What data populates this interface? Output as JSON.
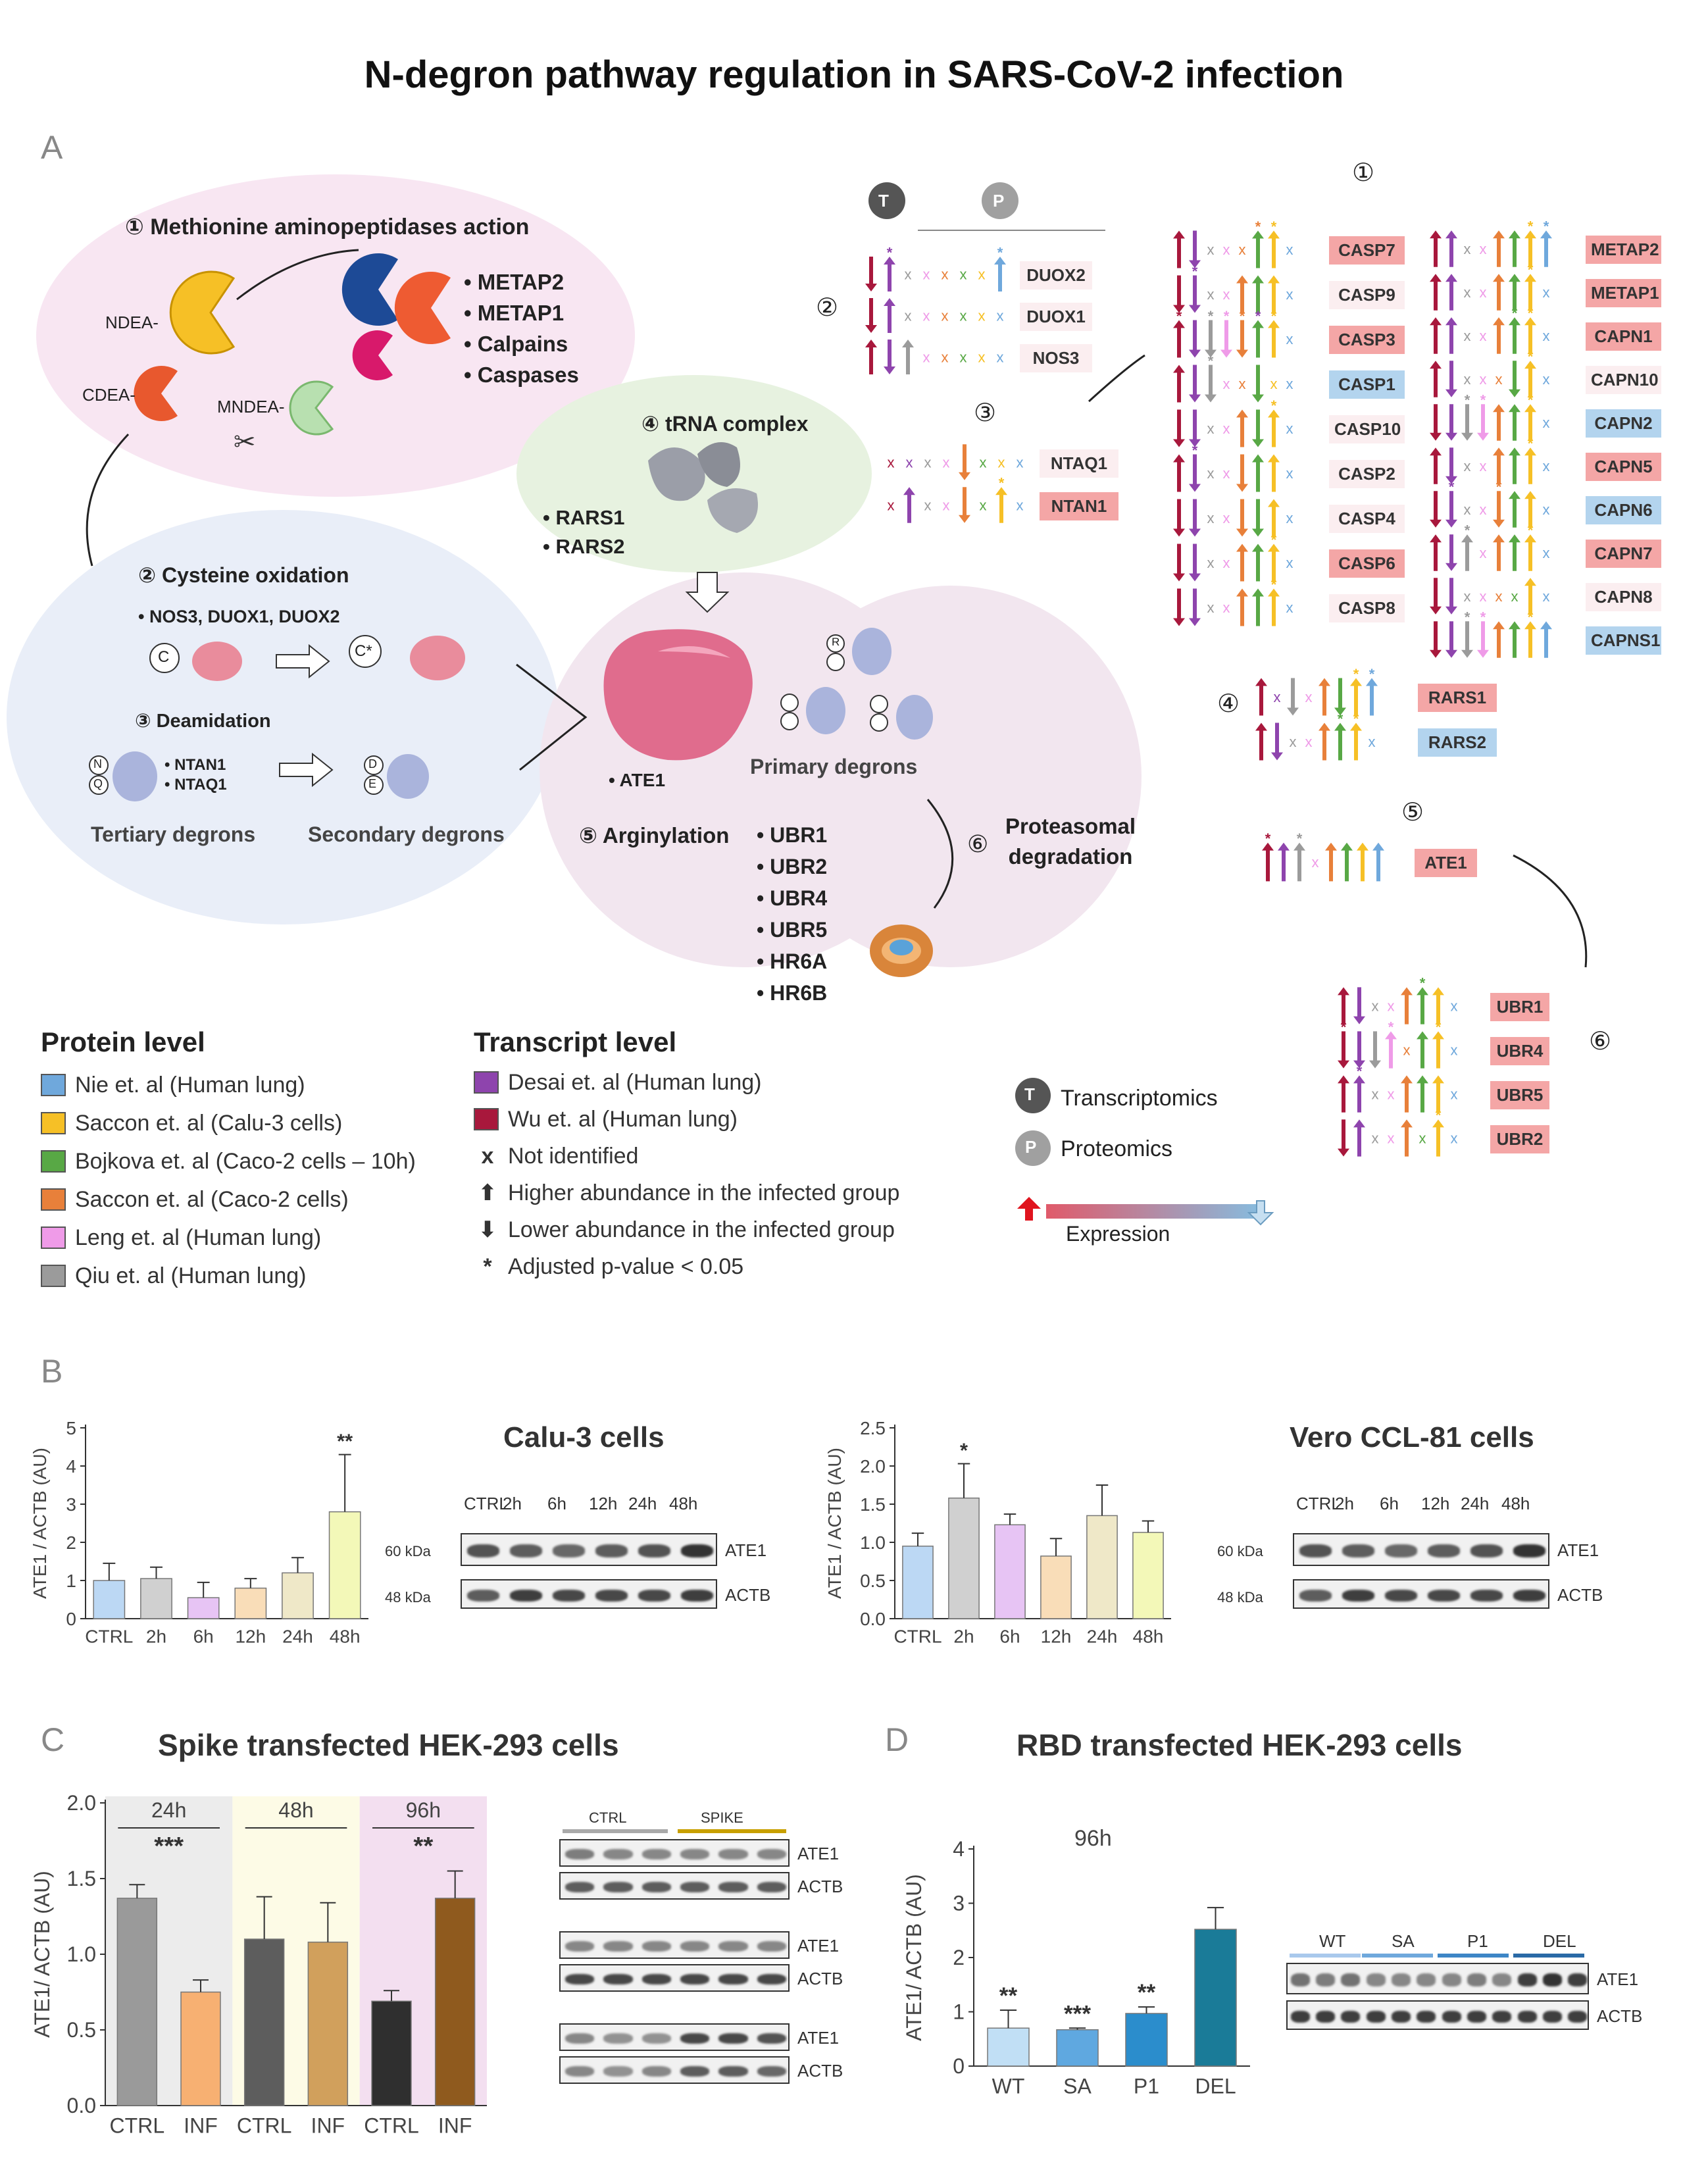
{
  "title": "N-degron pathway regulation in SARS-CoV-2 infection",
  "panels": {
    "A": "A",
    "B": "B",
    "C": "C",
    "D": "D"
  },
  "colors": {
    "nie": "#6fa8dc",
    "saccon_calu": "#f6c026",
    "bojkova": "#58a845",
    "saccon_caco": "#e8803a",
    "leng": "#ef9be8",
    "qiu": "#9b9b9b",
    "desai": "#8e44ad",
    "wu": "#a8183c",
    "up_red": "#e0141e",
    "highlight_red": "#f4a6a6",
    "highlight_blue": "#b3d4ee"
  },
  "schematic": {
    "met_title": "① Methionine aminopeptidases action",
    "met_list": [
      "METAP2",
      "METAP1",
      "Calpains",
      "Caspases"
    ],
    "ndea": "NDEA-",
    "cdea": "CDEA-",
    "mndea": "MNDEA-",
    "cys_title": "② Cysteine oxidation",
    "cys_genes": "• NOS3, DUOX1, DUOX2",
    "c_label": "C",
    "cstar_label": "C*",
    "deam_title": "③ Deamidation",
    "deam_genes": [
      "• NTAN1",
      "• NTAQ1"
    ],
    "n_label": "N",
    "q_label": "Q",
    "d_label": "D",
    "e_label": "E",
    "tertiary": "Tertiary degrons",
    "secondary": "Secondary degrons",
    "trna_title": "④ tRNA complex",
    "trna_list": [
      "RARS1",
      "RARS2"
    ],
    "ate1": "• ATE1",
    "r_label": "R",
    "primary": "Primary degrons",
    "arg_title": "⑤ Arginylation",
    "ubr_list": [
      "UBR1",
      "UBR2",
      "UBR4",
      "UBR5",
      "HR6A",
      "HR6B"
    ],
    "proteasomal": [
      "Proteasomal",
      "degradation"
    ],
    "num6": "⑥"
  },
  "legend": {
    "protein_head": "Protein level",
    "protein_items": [
      "Nie et. al (Human lung)",
      "Saccon et. al (Calu-3 cells)",
      "Bojkova et. al (Caco-2 cells – 10h)",
      "Saccon et. al (Caco-2 cells)",
      "Leng et. al (Human lung)",
      "Qiu et. al (Human lung)"
    ],
    "transcript_head": "Transcript level",
    "transcript_items": [
      "Desai et. al (Human lung)",
      "Wu et. al (Human lung)"
    ],
    "x_sym": "x",
    "not_identified": "Not identified",
    "up_sym": "⬆",
    "higher": "Higher abundance in the infected group",
    "down_sym": "⬇",
    "lower": "Lower abundance in the infected group",
    "star_sym": "*",
    "adjusted": "Adjusted p-value < 0.05",
    "t_sym": "T",
    "transcriptomics": "Transcriptomics",
    "p_sym": "P",
    "proteomics": "Proteomics",
    "expression": "Expression"
  },
  "gene_panel": {
    "n1": "①",
    "n2": "②",
    "n3": "③",
    "n4": "④",
    "n5": "⑤",
    "n6": "⑥",
    "T": "T",
    "P": "P",
    "group2": [
      {
        "name": "DUOX2",
        "arrows": "DUxxxxxU",
        "stars": "-D-----B",
        "hl": "none"
      },
      {
        "name": "DUOX1",
        "arrows": "DUxxxxxx",
        "stars": "--------",
        "hl": "none"
      },
      {
        "name": "NOS3",
        "arrows": "UDUxxxxx",
        "stars": "--------",
        "hl": "none"
      }
    ],
    "group3": [
      {
        "name": "NTAQ1",
        "arrows": "xxxxDxxx",
        "stars": "--------",
        "hl": "none"
      },
      {
        "name": "NTAN1",
        "arrows": "xUxxDxUx",
        "stars": "------S-",
        "hl": "red"
      }
    ],
    "casp": [
      {
        "name": "CASP7",
        "arrows": "UDxxxUUx",
        "stars": "-----CS-",
        "hl": "red"
      },
      {
        "name": "CASP9",
        "arrows": "DDxxUUUx",
        "stars": "-D------",
        "hl": "none"
      },
      {
        "name": "CASP3",
        "arrows": "UDDDDUUx",
        "stars": "W-QLCDS-",
        "hl": "red"
      },
      {
        "name": "CASP1",
        "arrows": "UDDxxDxx",
        "stars": "--Q-----",
        "hl": "blue"
      },
      {
        "name": "CASP10",
        "arrows": "DDxxUDUx",
        "stars": "------S-",
        "hl": "none"
      },
      {
        "name": "CASP2",
        "arrows": "UDxxDUUx",
        "stars": "-D------",
        "hl": "none"
      },
      {
        "name": "CASP4",
        "arrows": "DDxxDDUx",
        "stars": "--------",
        "hl": "none"
      },
      {
        "name": "CASP6",
        "arrows": "DDxxUUUx",
        "stars": "------S-",
        "hl": "red"
      },
      {
        "name": "CASP8",
        "arrows": "DDxxUUUx",
        "stars": "------S-",
        "hl": "none"
      }
    ],
    "capn": [
      {
        "name": "METAP2",
        "arrows": "UUxxUUUU",
        "stars": "------SB",
        "hl": "red"
      },
      {
        "name": "METAP1",
        "arrows": "UUxxUUUx",
        "stars": "------S-",
        "hl": "red"
      },
      {
        "name": "CAPN1",
        "arrows": "UUxxUUUx",
        "stars": "-----GS-",
        "hl": "red"
      },
      {
        "name": "CAPN10",
        "arrows": "UDxxxDUx",
        "stars": "------S-",
        "hl": "none"
      },
      {
        "name": "CAPN2",
        "arrows": "DDDDUUUx",
        "stars": "--QL--S-",
        "hl": "blue"
      },
      {
        "name": "CAPN5",
        "arrows": "UDxxUUUx",
        "stars": "------S-",
        "hl": "red"
      },
      {
        "name": "CAPN6",
        "arrows": "DDxxDUUx",
        "stars": "-D--C---",
        "hl": "blue"
      },
      {
        "name": "CAPN7",
        "arrows": "UDUxUUUx",
        "stars": "--Q---S-",
        "hl": "red"
      },
      {
        "name": "CAPN8",
        "arrows": "DDxxxxUx",
        "stars": "--------",
        "hl": "none"
      },
      {
        "name": "CAPNS1",
        "arrows": "DDDDUUUU",
        "stars": "--QL--S-",
        "hl": "blue"
      }
    ],
    "group4": [
      {
        "name": "RARS1",
        "arrows": "UxDxUDUU",
        "stars": "------SB",
        "hl": "red"
      },
      {
        "name": "RARS2",
        "arrows": "UDxxUUUx",
        "stars": "-----GS-",
        "hl": "blue"
      }
    ],
    "group5": [
      {
        "name": "ATE1",
        "arrows": "UUUxUUUU",
        "stars": "W-Q-----",
        "hl": "red"
      }
    ],
    "group6": [
      {
        "name": "UBR1",
        "arrows": "UDxxUUUx",
        "stars": "-----G--",
        "hl": "red"
      },
      {
        "name": "UBR4",
        "arrows": "DDDUxUUx",
        "stars": "W--L--S-",
        "hl": "red"
      },
      {
        "name": "UBR5",
        "arrows": "UUxxUUUx",
        "stars": "-D------",
        "hl": "red"
      },
      {
        "name": "UBR2",
        "arrows": "DUxxUxUx",
        "stars": "------S-",
        "hl": "red"
      }
    ]
  },
  "chart_data": [
    {
      "type": "bar",
      "title": "",
      "categories": [
        "CTRL",
        "2h",
        "6h",
        "12h",
        "24h",
        "48h"
      ],
      "values": [
        1.0,
        1.05,
        0.55,
        0.8,
        1.2,
        2.8
      ],
      "errors": [
        0.45,
        0.3,
        0.4,
        0.25,
        0.4,
        1.5
      ],
      "annotations": [
        "",
        "",
        "",
        "",
        "",
        "**"
      ],
      "bar_colors": [
        "#bcd8f4",
        "#d0d0d0",
        "#e7c4f4",
        "#f9ddb8",
        "#efe8c8",
        "#f3f8b8"
      ],
      "ylabel": "ATE1 / ACTB (AU)",
      "yticks": [
        0,
        1,
        2,
        3,
        4,
        5
      ],
      "ylim": [
        0,
        5
      ]
    },
    {
      "type": "bar",
      "title": "",
      "categories": [
        "CTRL",
        "2h",
        "6h",
        "12h",
        "24h",
        "48h"
      ],
      "values": [
        0.95,
        1.58,
        1.23,
        0.82,
        1.35,
        1.13
      ],
      "errors": [
        0.17,
        0.45,
        0.14,
        0.23,
        0.4,
        0.15
      ],
      "annotations": [
        "",
        "*",
        "",
        "",
        "",
        ""
      ],
      "bar_colors": [
        "#bcd8f4",
        "#d0d0d0",
        "#e7c4f4",
        "#f9ddb8",
        "#efe8c8",
        "#f3f8b8"
      ],
      "ylabel": "ATE1 / ACTB (AU)",
      "yticks": [
        "0.0",
        "0.5",
        "1.0",
        "1.5",
        "2.0",
        "2.5"
      ],
      "ylim": [
        0,
        2.5
      ]
    },
    {
      "type": "bar",
      "title": "Spike transfected HEK-293 cells",
      "categories": [
        "CTRL",
        "INF",
        "CTRL",
        "INF",
        "CTRL",
        "INF"
      ],
      "groups": [
        "24h",
        "48h",
        "96h"
      ],
      "group_annotations": [
        "***",
        "",
        "**"
      ],
      "values": [
        1.37,
        0.75,
        1.1,
        1.08,
        0.69,
        1.37
      ],
      "errors": [
        0.09,
        0.08,
        0.28,
        0.26,
        0.07,
        0.18
      ],
      "bar_colors": [
        "#9a9a9a",
        "#f7b072",
        "#5d5d5d",
        "#d1a05c",
        "#2f2f2f",
        "#8f5a1e"
      ],
      "group_bg": [
        "#ececec",
        "#fdfbe6",
        "#f3dff0"
      ],
      "ylabel": "ATE1/ ACTB (AU)",
      "yticks": [
        "0.0",
        "0.5",
        "1.0",
        "1.5",
        "2.0"
      ],
      "ylim": [
        0,
        2
      ]
    },
    {
      "type": "bar",
      "title": "RBD transfected HEK-293 cells",
      "subtitle": "96h",
      "categories": [
        "WT",
        "SA",
        "P1",
        "DEL"
      ],
      "values": [
        0.7,
        0.67,
        0.97,
        2.52
      ],
      "errors": [
        0.33,
        0.03,
        0.12,
        0.4
      ],
      "annotations": [
        "**",
        "***",
        "**",
        ""
      ],
      "bar_colors": [
        "#c1dff5",
        "#5fa8e0",
        "#2b8dcc",
        "#1a7b98"
      ],
      "ylabel": "ATE1/ ACTB (AU)",
      "yticks": [
        0,
        1,
        2,
        3,
        4
      ],
      "ylim": [
        0,
        4
      ]
    }
  ],
  "blots": {
    "calu_title": "Calu-3 cells",
    "vero_title": "Vero CCL-81 cells",
    "lanes": [
      "CTRL",
      "2h",
      "6h",
      "12h",
      "24h",
      "48h"
    ],
    "kda60": "60 kDa",
    "kda48": "48 kDa",
    "ate1": "ATE1",
    "actb": "ACTB",
    "ctrl": "CTRL",
    "spike": "SPIKE",
    "rbd_groups": [
      "WT",
      "SA",
      "P1",
      "DEL"
    ]
  }
}
